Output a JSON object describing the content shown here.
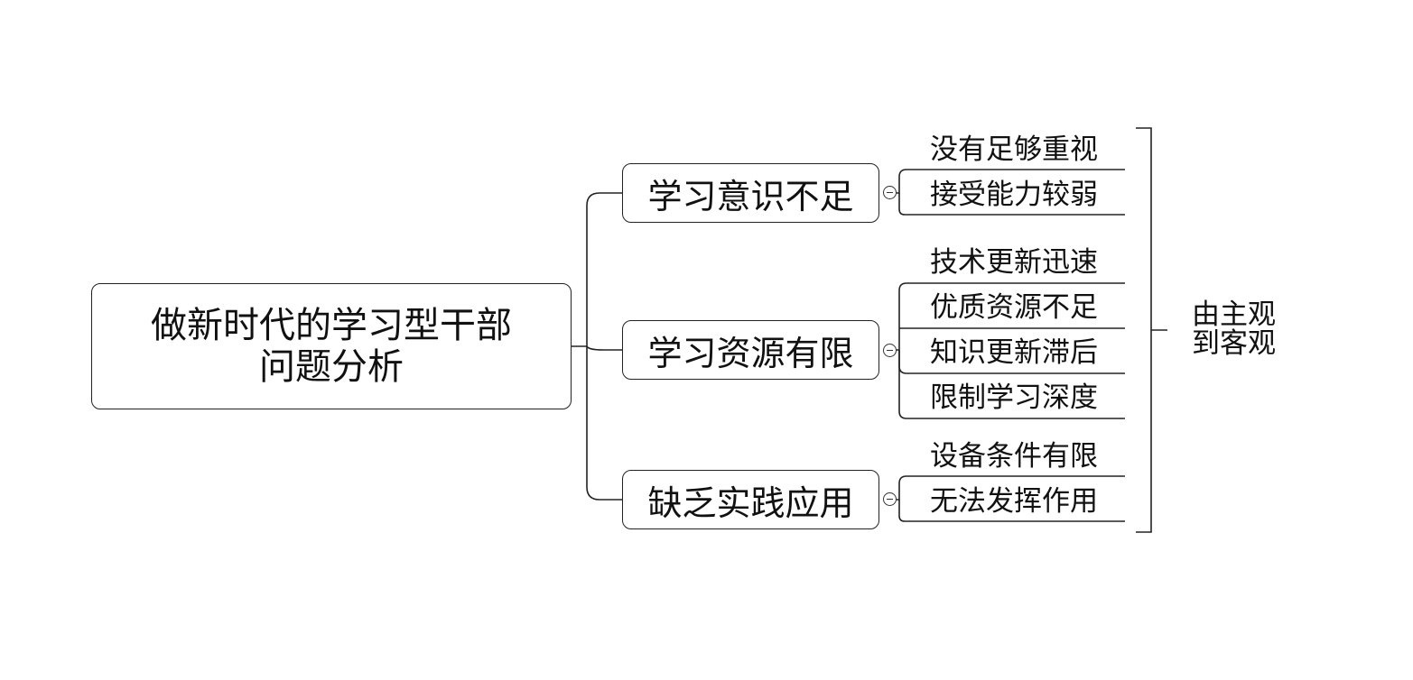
{
  "root": {
    "line1": "做新时代的学习型干部",
    "line2": "问题分析"
  },
  "branches": [
    {
      "label": "学习意识不足",
      "leaves": [
        "没有足够重视",
        "接受能力较弱"
      ]
    },
    {
      "label": "学习资源有限",
      "leaves": [
        "技术更新迅速",
        "优质资源不足",
        "知识更新滞后",
        "限制学习深度"
      ]
    },
    {
      "label": "缺乏实践应用",
      "leaves": [
        "设备条件有限",
        "无法发挥作用"
      ]
    }
  ],
  "summary": {
    "line1": "由主观",
    "line2": "到客观"
  },
  "colors": {
    "line": "#222222",
    "background": "#ffffff"
  }
}
